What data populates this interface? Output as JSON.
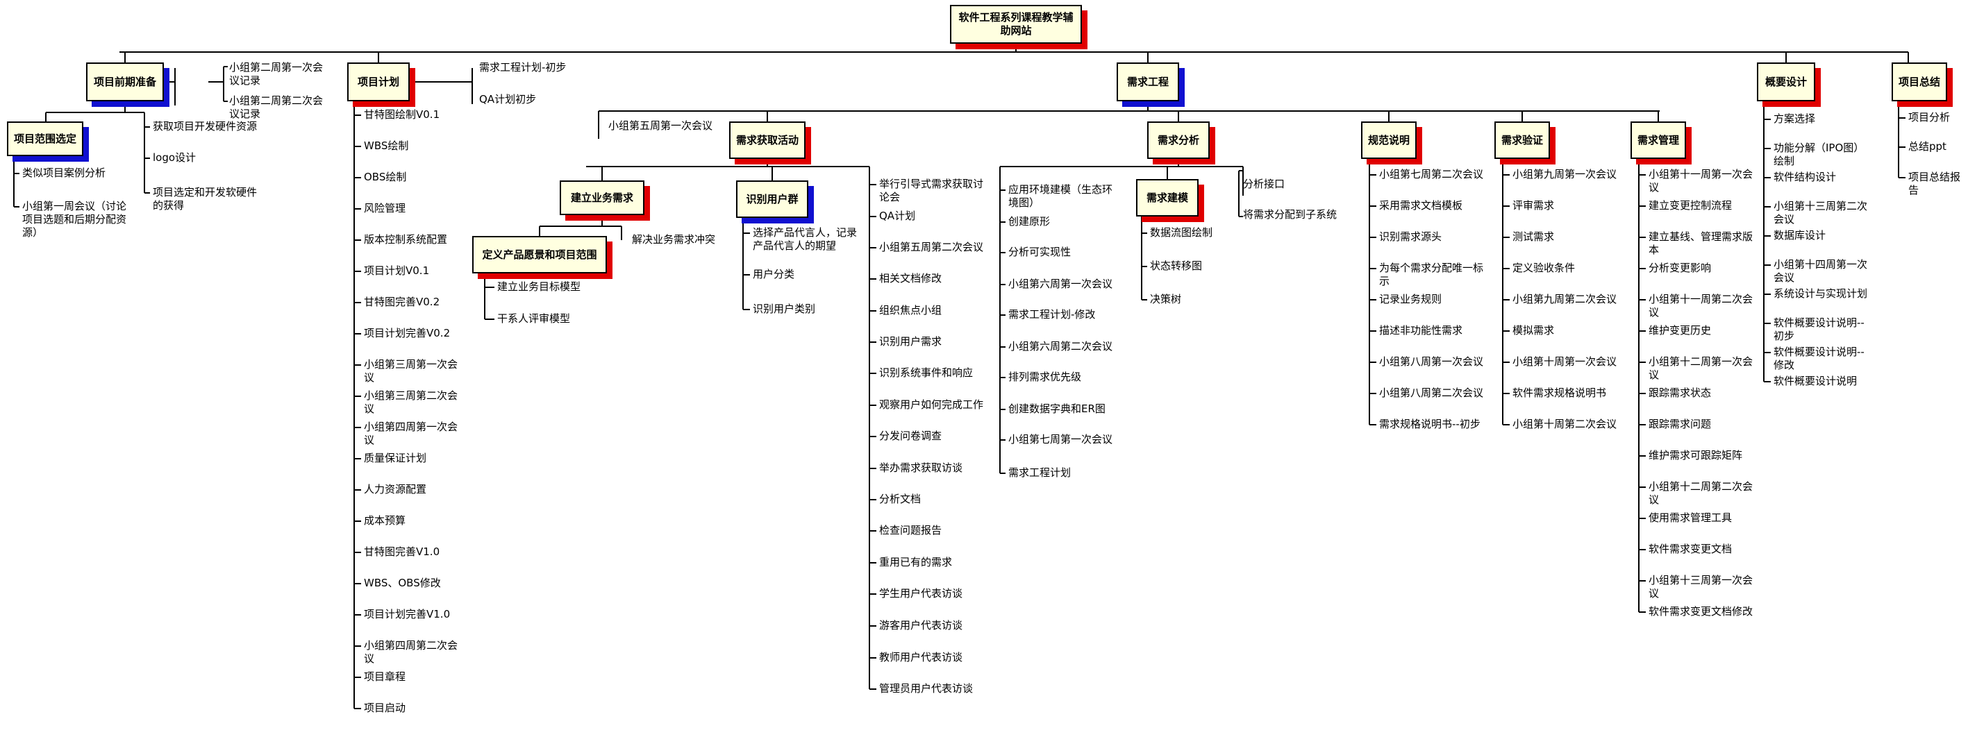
{
  "root": {
    "label": "软件工程系列课程教学辅助网站",
    "accent": "#e00000"
  },
  "colors": {
    "box_fill": "#ffffe0",
    "shadow_red": "#e00000",
    "shadow_blue": "#1010d0"
  },
  "branches": {
    "prework": {
      "label": "项目前期准备",
      "notes": [
        "小组第二周第一次会议记录",
        "小组第二周第二次会议记录"
      ],
      "scope": {
        "label": "项目范围选定",
        "items": [
          "类似项目案例分析",
          "小组第一周会议（讨论项目选题和后期分配资源）"
        ]
      },
      "items": [
        "获取项目开发硬件资源",
        "logo设计",
        "项目选定和开发软硬件的获得"
      ]
    },
    "plan": {
      "label": "项目计划",
      "items": [
        "甘特图绘制V0.1",
        "WBS绘制",
        "OBS绘制",
        "风险管理",
        "版本控制系统配置",
        "项目计划V0.1",
        "甘特图完善V0.2",
        "项目计划完善V0.2",
        "小组第三周第一次会议",
        "小组第三周第二次会议",
        "小组第四周第一次会议",
        "质量保证计划",
        "人力资源配置",
        "成本预算",
        "甘特图完善V1.0",
        "WBS、OBS修改",
        "项目计划完善V1.0",
        "小组第四周第二次会议",
        "项目章程",
        "项目启动"
      ],
      "notes": [
        "需求工程计划-初步",
        "QA计划初步"
      ]
    },
    "req": {
      "label": "需求工程",
      "note": "小组第五周第一次会议",
      "elicit": {
        "label": "需求获取活动",
        "business": {
          "label": "建立业务需求",
          "vision": {
            "label": "定义产品愿景和项目范围",
            "items": [
              "建立业务目标模型",
              "干系人评审模型"
            ]
          },
          "note": "解决业务需求冲突"
        },
        "users": {
          "label": "识别用户群",
          "items": [
            "选择产品代言人，记录产品代言人的期望",
            "用户分类",
            "识别用户类别"
          ]
        },
        "items": [
          "举行引导式需求获取讨论会",
          "QA计划",
          "小组第五周第二次会议",
          "相关文档修改",
          "组织焦点小组",
          "识别用户需求",
          "识别系统事件和响应",
          "观察用户如何完成工作",
          "分发问卷调查",
          "举办需求获取访谈",
          "分析文档",
          "检查问题报告",
          "重用已有的需求",
          "学生用户代表访谈",
          "游客用户代表访谈",
          "教师用户代表访谈",
          "管理员用户代表访谈"
        ]
      },
      "analysis": {
        "label": "需求分析",
        "items": [
          "应用环境建模（生态环境图）",
          "创建原形",
          "分析可实现性",
          "小组第六周第一次会议",
          "需求工程计划-修改",
          "小组第六周第二次会议",
          "排列需求优先级",
          "创建数据字典和ER图",
          "小组第七周第一次会议",
          "需求工程计划"
        ],
        "modeling": {
          "label": "需求建模",
          "items": [
            "数据流图绘制",
            "状态转移图",
            "决策树"
          ]
        },
        "notes": [
          "分析接口",
          "将需求分配到子系统"
        ]
      },
      "spec": {
        "label": "规范说明",
        "items": [
          "小组第七周第二次会议",
          "采用需求文档模板",
          "识别需求源头",
          "为每个需求分配唯一标示",
          "记录业务规则",
          "描述非功能性需求",
          "小组第八周第一次会议",
          "小组第八周第二次会议",
          "需求规格说明书--初步"
        ]
      },
      "verify": {
        "label": "需求验证",
        "items": [
          "小组第九周第一次会议",
          "评审需求",
          "测试需求",
          "定义验收条件",
          "小组第九周第二次会议",
          "模拟需求",
          "小组第十周第一次会议",
          "软件需求规格说明书",
          "小组第十周第二次会议"
        ]
      },
      "manage": {
        "label": "需求管理",
        "items": [
          "小组第十一周第一次会议",
          "建立变更控制流程",
          "建立基线、管理需求版本",
          "分析变更影响",
          "小组第十一周第二次会议",
          "维护变更历史",
          "小组第十二周第一次会议",
          "跟踪需求状态",
          "跟踪需求问题",
          "维护需求可跟踪矩阵",
          "小组第十二周第二次会议",
          "使用需求管理工具",
          "软件需求变更文档",
          "小组第十三周第一次会议",
          "软件需求变更文档修改"
        ]
      }
    },
    "design": {
      "label": "概要设计",
      "items": [
        "方案选择",
        "功能分解（IPO图）绘制",
        "软件结构设计",
        "小组第十三周第二次会议",
        "数据库设计",
        "小组第十四周第一次会议",
        "系统设计与实现计划",
        "软件概要设计说明--初步",
        "软件概要设计说明--修改",
        "软件概要设计说明"
      ]
    },
    "summary": {
      "label": "项目总结",
      "items": [
        "项目分析",
        "总结ppt",
        "项目总结报告"
      ]
    }
  }
}
